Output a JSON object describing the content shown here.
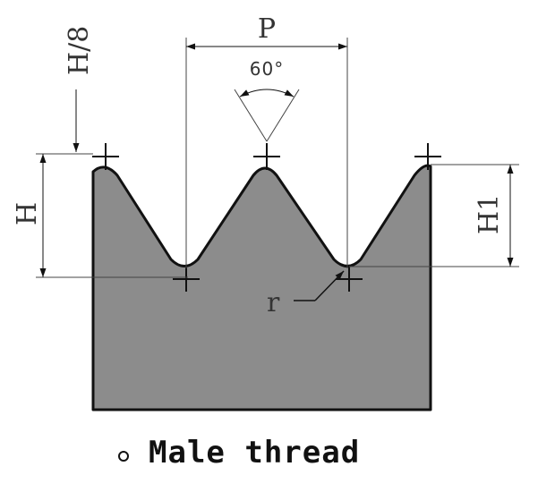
{
  "labels": {
    "pitch": "P",
    "angle": "60°",
    "crest_truncation": "H/8",
    "thread_height": "H",
    "thread_depth": "H1",
    "root_radius": "r"
  },
  "caption": {
    "text": "Male thread"
  },
  "colors": {
    "profile_fill": "#8c8c8c",
    "line": "#111111",
    "dimension_line": "#444444"
  }
}
